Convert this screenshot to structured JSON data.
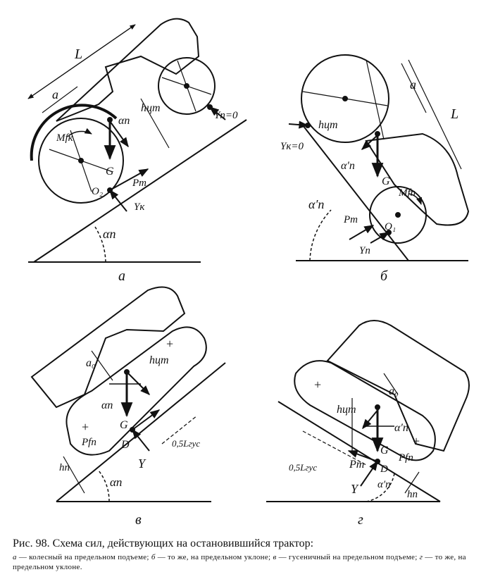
{
  "panels": {
    "a": {
      "letter": "а",
      "labels": {
        "L": "L",
        "a": "a",
        "Mfk": "Mfк",
        "alpha_p_top": "αп",
        "h_cg": "hцт",
        "G": "G",
        "O2": "O₂",
        "P_t": "Pт",
        "Y_k": "Yк",
        "alpha_p": "αп",
        "Y_p": "Yп=0"
      }
    },
    "b": {
      "letter": "б",
      "labels": {
        "a": "a",
        "L": "L",
        "h_cg": "hцт",
        "Y_k": "Yк=0",
        "alpha_p_inner": "α′п",
        "alpha_p_outer": "α′п",
        "G": "G",
        "Mfp": "Mfп",
        "P_t": "Pт",
        "O1": "O₁",
        "Y_p": "Yп"
      }
    },
    "v": {
      "letter": "в",
      "labels": {
        "a_0": "a₀",
        "h_cg": "hцт",
        "alpha_p": "αп",
        "G": "G",
        "P_fp": "Pfп",
        "D": "D",
        "Y": "Y",
        "h_p": "hп",
        "alpha_p_base": "αп",
        "half_L": "0,5Lгус"
      }
    },
    "g": {
      "letter": "г",
      "labels": {
        "h_cg": "hцт",
        "a_0": "a₀",
        "alpha_p": "α′п",
        "P_fp": "Pfп",
        "G": "G",
        "P_t": "Pт",
        "D": "D",
        "half_L": "0,5Lгус",
        "Y": "Y",
        "alpha_p_base": "α′п",
        "h_p": "hп"
      }
    }
  },
  "caption": {
    "title": "Рис. 98. Схема сил, действующих на остановившийся трактор:",
    "items": [
      {
        "key": "а",
        "text": " — колесный на предельном подъеме; "
      },
      {
        "key": "б",
        "text": " — то же, на предельном уклоне; "
      },
      {
        "key": "в",
        "text": " — гусеничный на предельном подъеме; "
      },
      {
        "key": "г",
        "text": " — то же, на предельном уклоне."
      }
    ]
  }
}
